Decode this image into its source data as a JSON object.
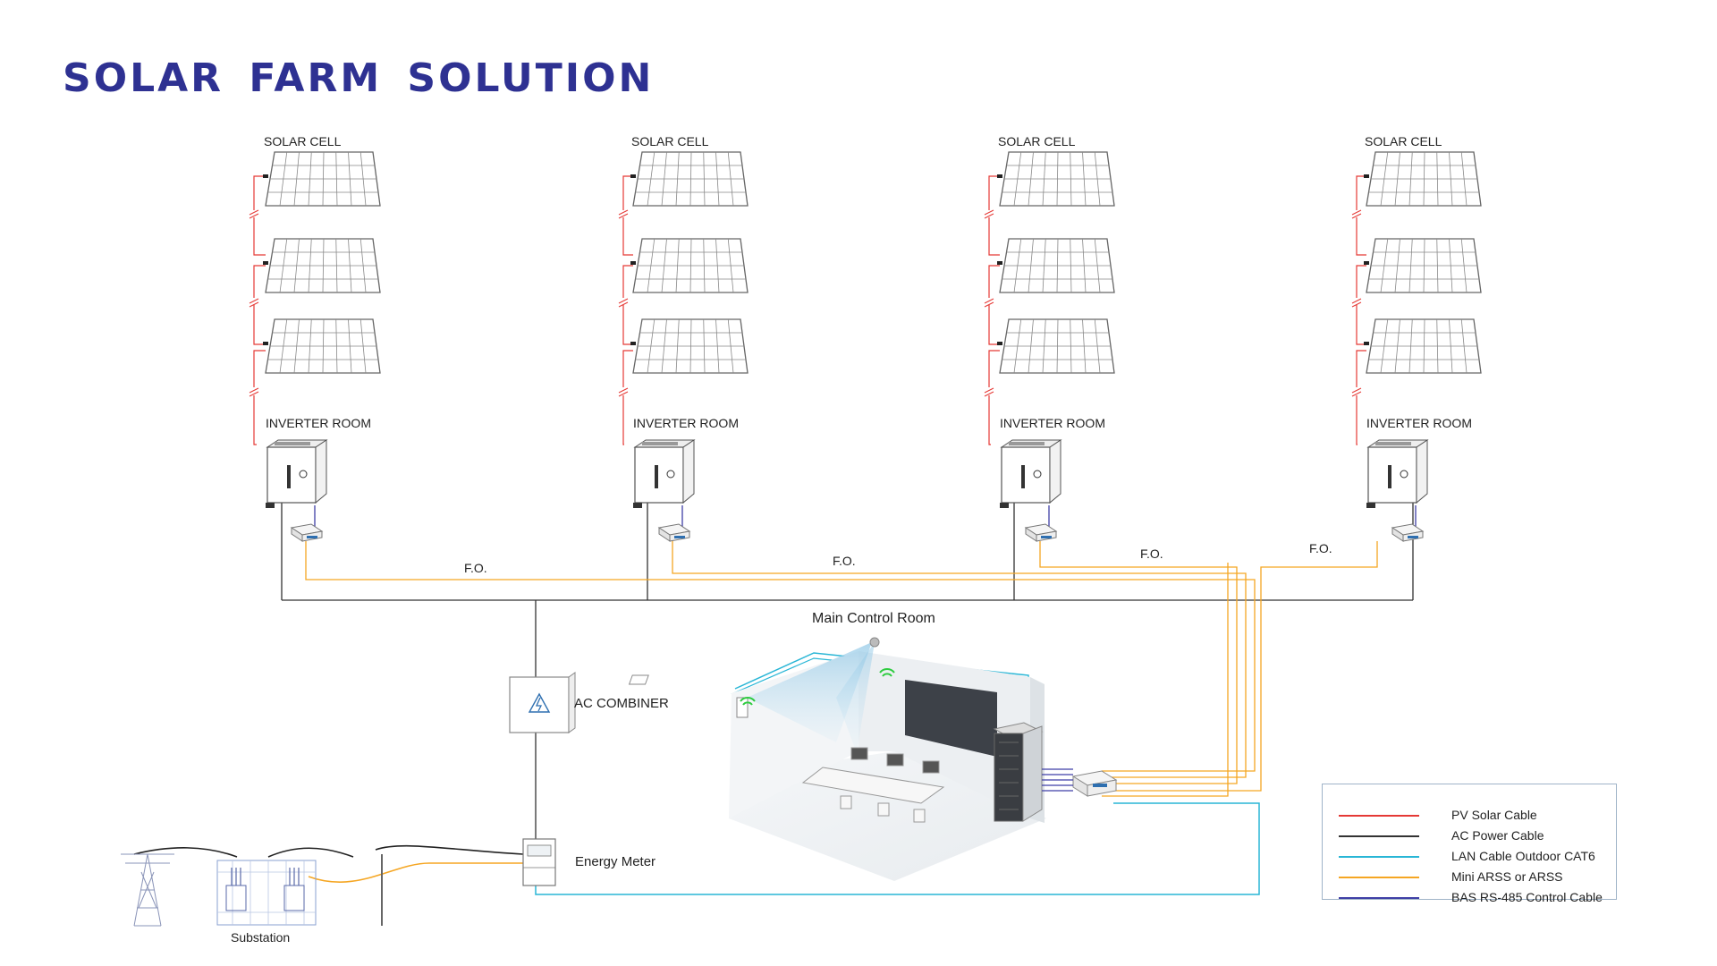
{
  "title": "SOLAR  FARM  SOLUTION",
  "labels": {
    "solar_cell": "SOLAR CELL",
    "inverter_room": "INVERTER  ROOM",
    "fiber": "F.O.",
    "main_control_room": "Main Control Room",
    "ac_combiner": "AC COMBINER",
    "energy_meter": "Energy Meter",
    "substation": "Substation"
  },
  "legend": [
    {
      "label": "PV Solar Cable",
      "color": "#e53935"
    },
    {
      "label": "AC Power Cable",
      "color": "#333333"
    },
    {
      "label": "LAN Cable Outdoor CAT6",
      "color": "#29b6d6"
    },
    {
      "label": "Mini ARSS or ARSS",
      "color": "#f5a623"
    },
    {
      "label": "BAS RS-485 Control Cable",
      "color": "#3f3fa6"
    }
  ],
  "colors": {
    "title": "#2e3192",
    "pv": "#e53935",
    "ac": "#333333",
    "lan": "#29b6d6",
    "fiber": "#f5a623",
    "rs485": "#3f3fa6",
    "wifi": "#2ecc40"
  }
}
